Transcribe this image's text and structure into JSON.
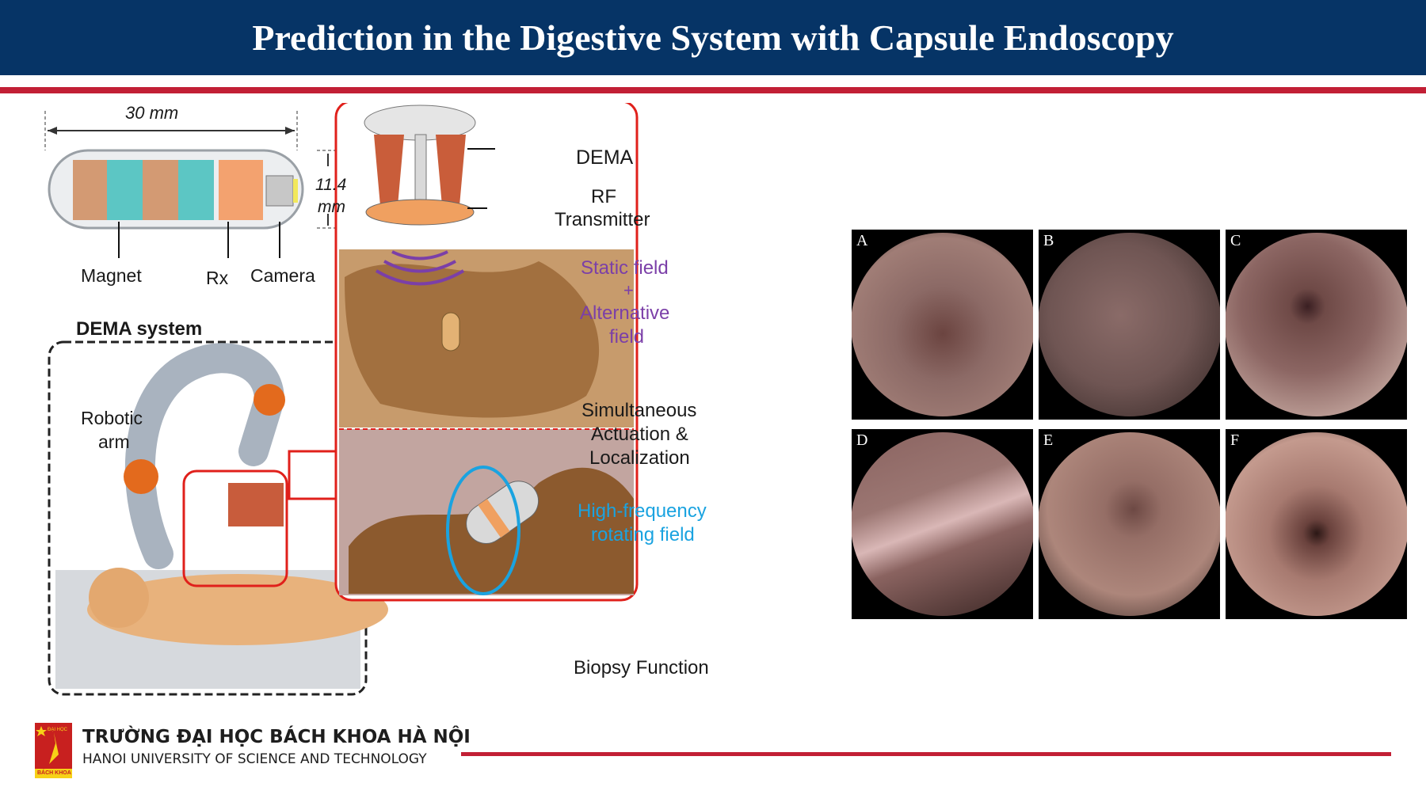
{
  "slide": {
    "title": "Prediction in the Digestive System with Capsule Endoscopy"
  },
  "capsule_figure": {
    "dimension_length": "30 mm",
    "dimension_diameter_value": "11.4",
    "dimension_diameter_unit": "mm",
    "labels": {
      "magnet": "Magnet",
      "rx": "Rx",
      "camera": "Camera"
    },
    "dema_system_title": "DEMA system",
    "robotic_arm_line1": "Robotic",
    "robotic_arm_line2": "arm",
    "callout": {
      "dema": "DEMA",
      "rf_line1": "RF",
      "rf_line2": "Transmitter",
      "static_field": "Static field",
      "plus": "+",
      "alternative": "Alternative",
      "field": "field",
      "sim_line1": "Simultaneous",
      "sim_line2": "Actuation &",
      "sim_line3": "Localization",
      "hf_line1": "High-frequency",
      "hf_line2": "rotating field",
      "biopsy": "Biopsy Function"
    },
    "colors": {
      "callout_border": "#e0201b",
      "field_text": "#7b3fa8",
      "rotating_field_text": "#1aa3e0"
    }
  },
  "endoscopy_grid": {
    "panels": [
      {
        "label": "A",
        "tone": "#8c6a66"
      },
      {
        "label": "B",
        "tone": "#6f5553"
      },
      {
        "label": "C",
        "tone": "#7d5b58"
      },
      {
        "label": "D",
        "tone": "#8a6360"
      },
      {
        "label": "E",
        "tone": "#956e66"
      },
      {
        "label": "F",
        "tone": "#a77a70"
      }
    ]
  },
  "footer": {
    "logo_text_top": "ĐẠI HỌC",
    "logo_text_bottom": "BÁCH KHOA",
    "university_vi": "TRƯỜNG ĐẠI HỌC BÁCH KHOA HÀ NỘI",
    "university_en": "HANOI UNIVERSITY OF SCIENCE AND TECHNOLOGY"
  }
}
